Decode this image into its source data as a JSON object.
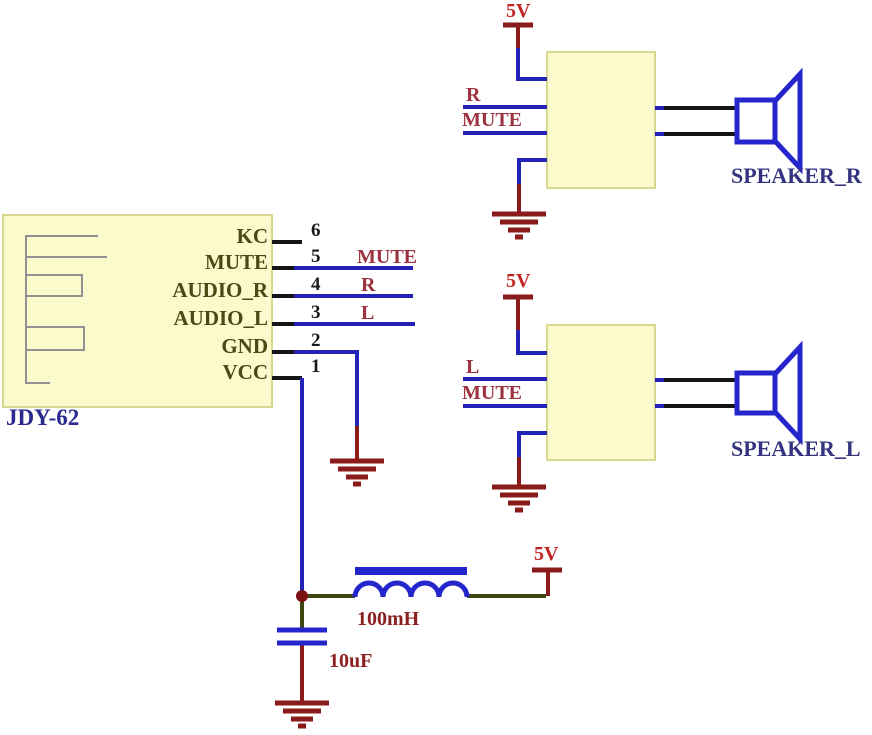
{
  "module": {
    "name": "JDY-62",
    "pins": [
      {
        "number": "6",
        "name": "KC",
        "net": ""
      },
      {
        "number": "5",
        "name": "MUTE",
        "net": "MUTE"
      },
      {
        "number": "4",
        "name": "AUDIO_R",
        "net": "R"
      },
      {
        "number": "3",
        "name": "AUDIO_L",
        "net": "L"
      },
      {
        "number": "2",
        "name": "GND",
        "net": ""
      },
      {
        "number": "1",
        "name": "VCC",
        "net": ""
      }
    ]
  },
  "amp_right": {
    "power": "5V",
    "in_top": "R",
    "in_bottom": "MUTE",
    "speaker": "SPEAKER_R"
  },
  "amp_left": {
    "power": "5V",
    "in_top": "L",
    "in_bottom": "MUTE",
    "speaker": "SPEAKER_L"
  },
  "power_rail": {
    "power": "5V",
    "inductor_value": "100mH",
    "capacitor_value": "10uF"
  },
  "colors": {
    "wire_blue": "#2323b8",
    "symbol_blue": "#2525cc",
    "pin_black": "#141414",
    "power_dark_red": "#8b1a1a",
    "rail_olive": "#3f4512",
    "box_fill": "#fafacd",
    "box_border": "#d8d890",
    "antenna_gray": "#919191"
  }
}
